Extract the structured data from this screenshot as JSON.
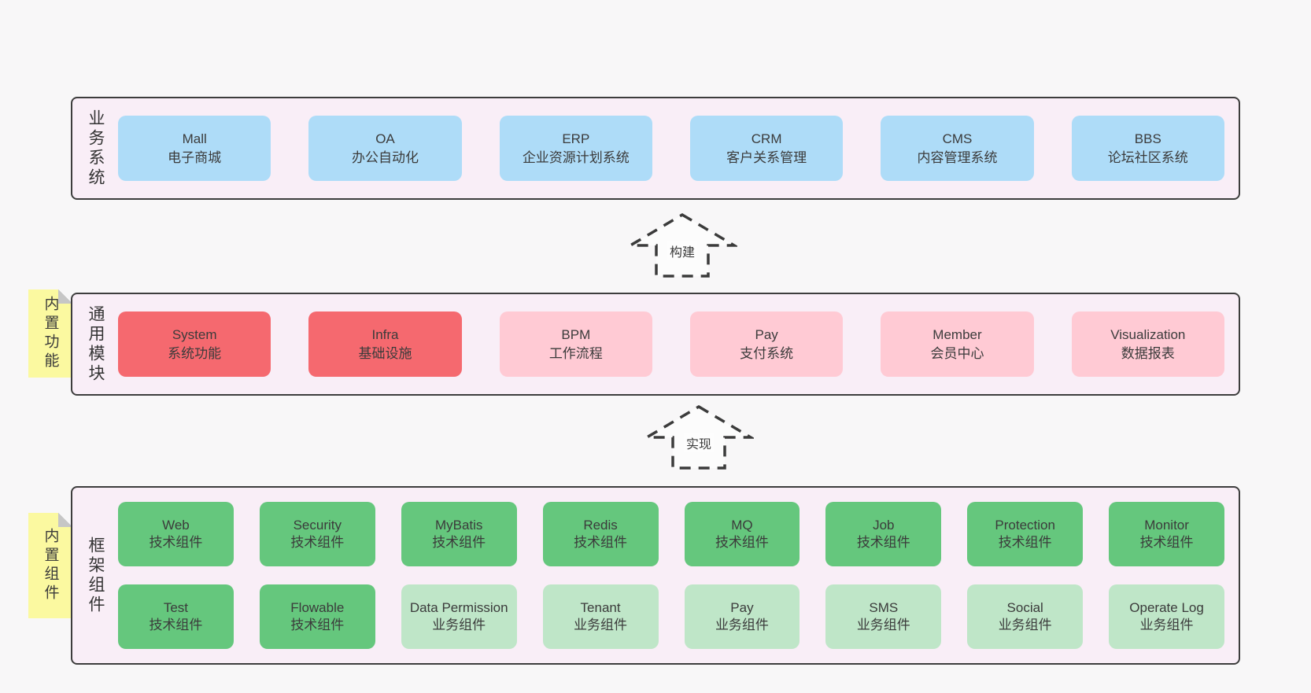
{
  "colors": {
    "page_background": "#f8f7f8",
    "band_background": "#f9eef7",
    "band_border": "#3d3d3d",
    "blue_box": "#aedcf8",
    "red_box": "#f5696f",
    "pink_box": "#ffcad4",
    "green_box": "#65c77d",
    "light_green_box": "#bfe6c8",
    "sticky_note": "#fbf9a0",
    "sticky_fold": "#c6c6c6",
    "text": "#3b3b3b"
  },
  "arrows": [
    {
      "label": "构建"
    },
    {
      "label": "实现"
    }
  ],
  "bands": [
    {
      "name": "business-systems",
      "side_label": "业务系统",
      "note": null,
      "rows": [
        [
          {
            "title": "Mall",
            "subtitle": "电子商城",
            "variant": "blue"
          },
          {
            "title": "OA",
            "subtitle": "办公自动化",
            "variant": "blue"
          },
          {
            "title": "ERP",
            "subtitle": "企业资源计划系统",
            "variant": "blue"
          },
          {
            "title": "CRM",
            "subtitle": "客户关系管理",
            "variant": "blue"
          },
          {
            "title": "CMS",
            "subtitle": "内容管理系统",
            "variant": "blue"
          },
          {
            "title": "BBS",
            "subtitle": "论坛社区系统",
            "variant": "blue"
          }
        ]
      ]
    },
    {
      "name": "common-modules",
      "side_label": "通用模块",
      "note": "内置功能",
      "rows": [
        [
          {
            "title": "System",
            "subtitle": "系统功能",
            "variant": "red"
          },
          {
            "title": "Infra",
            "subtitle": "基础设施",
            "variant": "red"
          },
          {
            "title": "BPM",
            "subtitle": "工作流程",
            "variant": "pink"
          },
          {
            "title": "Pay",
            "subtitle": "支付系统",
            "variant": "pink"
          },
          {
            "title": "Member",
            "subtitle": "会员中心",
            "variant": "pink"
          },
          {
            "title": "Visualization",
            "subtitle": "数据报表",
            "variant": "pink"
          }
        ]
      ]
    },
    {
      "name": "framework-components",
      "side_label": "框架组件",
      "note": "内置组件",
      "rows": [
        [
          {
            "title": "Web",
            "subtitle": "技术组件",
            "variant": "green"
          },
          {
            "title": "Security",
            "subtitle": "技术组件",
            "variant": "green"
          },
          {
            "title": "MyBatis",
            "subtitle": "技术组件",
            "variant": "green"
          },
          {
            "title": "Redis",
            "subtitle": "技术组件",
            "variant": "green"
          },
          {
            "title": "MQ",
            "subtitle": "技术组件",
            "variant": "green"
          },
          {
            "title": "Job",
            "subtitle": "技术组件",
            "variant": "green"
          },
          {
            "title": "Protection",
            "subtitle": "技术组件",
            "variant": "green"
          },
          {
            "title": "Monitor",
            "subtitle": "技术组件",
            "variant": "green"
          }
        ],
        [
          {
            "title": "Test",
            "subtitle": "技术组件",
            "variant": "green"
          },
          {
            "title": "Flowable",
            "subtitle": "技术组件",
            "variant": "green"
          },
          {
            "title": "Data Permission",
            "subtitle": "业务组件",
            "variant": "lightgreen"
          },
          {
            "title": "Tenant",
            "subtitle": "业务组件",
            "variant": "lightgreen"
          },
          {
            "title": "Pay",
            "subtitle": "业务组件",
            "variant": "lightgreen"
          },
          {
            "title": "SMS",
            "subtitle": "业务组件",
            "variant": "lightgreen"
          },
          {
            "title": "Social",
            "subtitle": "业务组件",
            "variant": "lightgreen"
          },
          {
            "title": "Operate Log",
            "subtitle": "业务组件",
            "variant": "lightgreen"
          }
        ]
      ]
    }
  ]
}
